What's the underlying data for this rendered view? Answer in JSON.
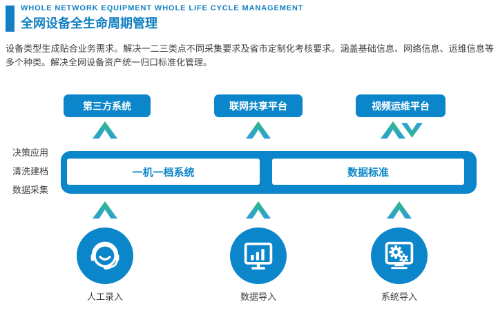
{
  "header": {
    "title_en": "WHOLE NETWORK EQUIPMENT WHOLE LIFE CYCLE MANAGEMENT",
    "title_zh": "全网设备全生命周期管理"
  },
  "description": "设备类型生成贴合业务需求。解决一二三类点不同采集要求及省市定制化考核要求。涵盖基础信息、网络信息、运维信息等多个种类。解决全网设备资产统一归口标准化管理。",
  "top_systems": [
    {
      "label": "第三方系统",
      "arrows": [
        "up"
      ]
    },
    {
      "label": "联网共享平台",
      "arrows": [
        "up"
      ]
    },
    {
      "label": "视频运维平台",
      "arrows": [
        "up",
        "down"
      ]
    }
  ],
  "side_labels": [
    "决策应用",
    "清洗建档",
    "数据采集"
  ],
  "platform_bar": {
    "modules": [
      {
        "label": "一机一档系统"
      },
      {
        "label": "数据标准"
      }
    ]
  },
  "input_methods": [
    {
      "label": "人工录入",
      "icon": "headset-icon"
    },
    {
      "label": "数据导入",
      "icon": "monitor-chart-icon"
    },
    {
      "label": "系统导入",
      "icon": "monitor-gear-icon"
    }
  ],
  "colors": {
    "primary_blue": "#0c86ca",
    "title_blue": "#1280c2",
    "text_gray": "#3d3d3d",
    "arrow_green": "#2ebb80",
    "arrow_blue": "#2e9ed9"
  }
}
